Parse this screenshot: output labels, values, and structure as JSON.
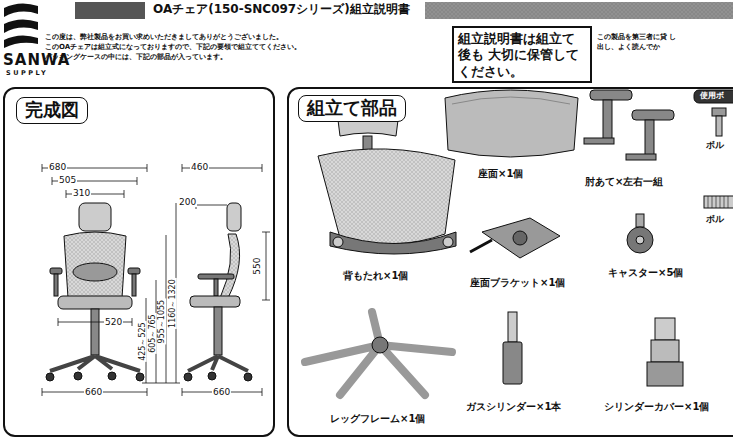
{
  "diagram": {
    "title": "OAチェア(150-SNC097シリーズ)組立説明書",
    "nodes": [
      {
        "text": [
          "完成図"
        ]
      },
      {
        "text": [
          "組立て部品"
        ]
      },
      {
        "text": [
          "組立説明書は組立て後も 大切に保管してください。"
        ]
      }
    ],
    "labels": [
      "SANWA",
      "SUPPLY",
      "この度は、弊社製品をお買い求めいただきましてありがとうございました。",
      "このOAチェアは組立式になっておりますので、下記の要領で組立ててください。",
      "パッキングケースの中には、下記の部品が入っています。",
      "この製品を第三者に貸 し出し、よく読んでか",
      "座面×1個",
      "肘あて×左右一組",
      "背もたれ×1個",
      "座面ブラケット×1個",
      "キャスター×5個",
      "レッグフレーム×1個",
      "ガスシリンダー×1本",
      "シリンダーカバー×1個",
      "使用ボ",
      "ボル",
      "ボル",
      "680",
      "505",
      "310",
      "460",
      "200",
      "550",
      "425～525",
      "605～765",
      "955～1055",
      "1160～1320",
      "520",
      "660",
      "660"
    ]
  }
}
